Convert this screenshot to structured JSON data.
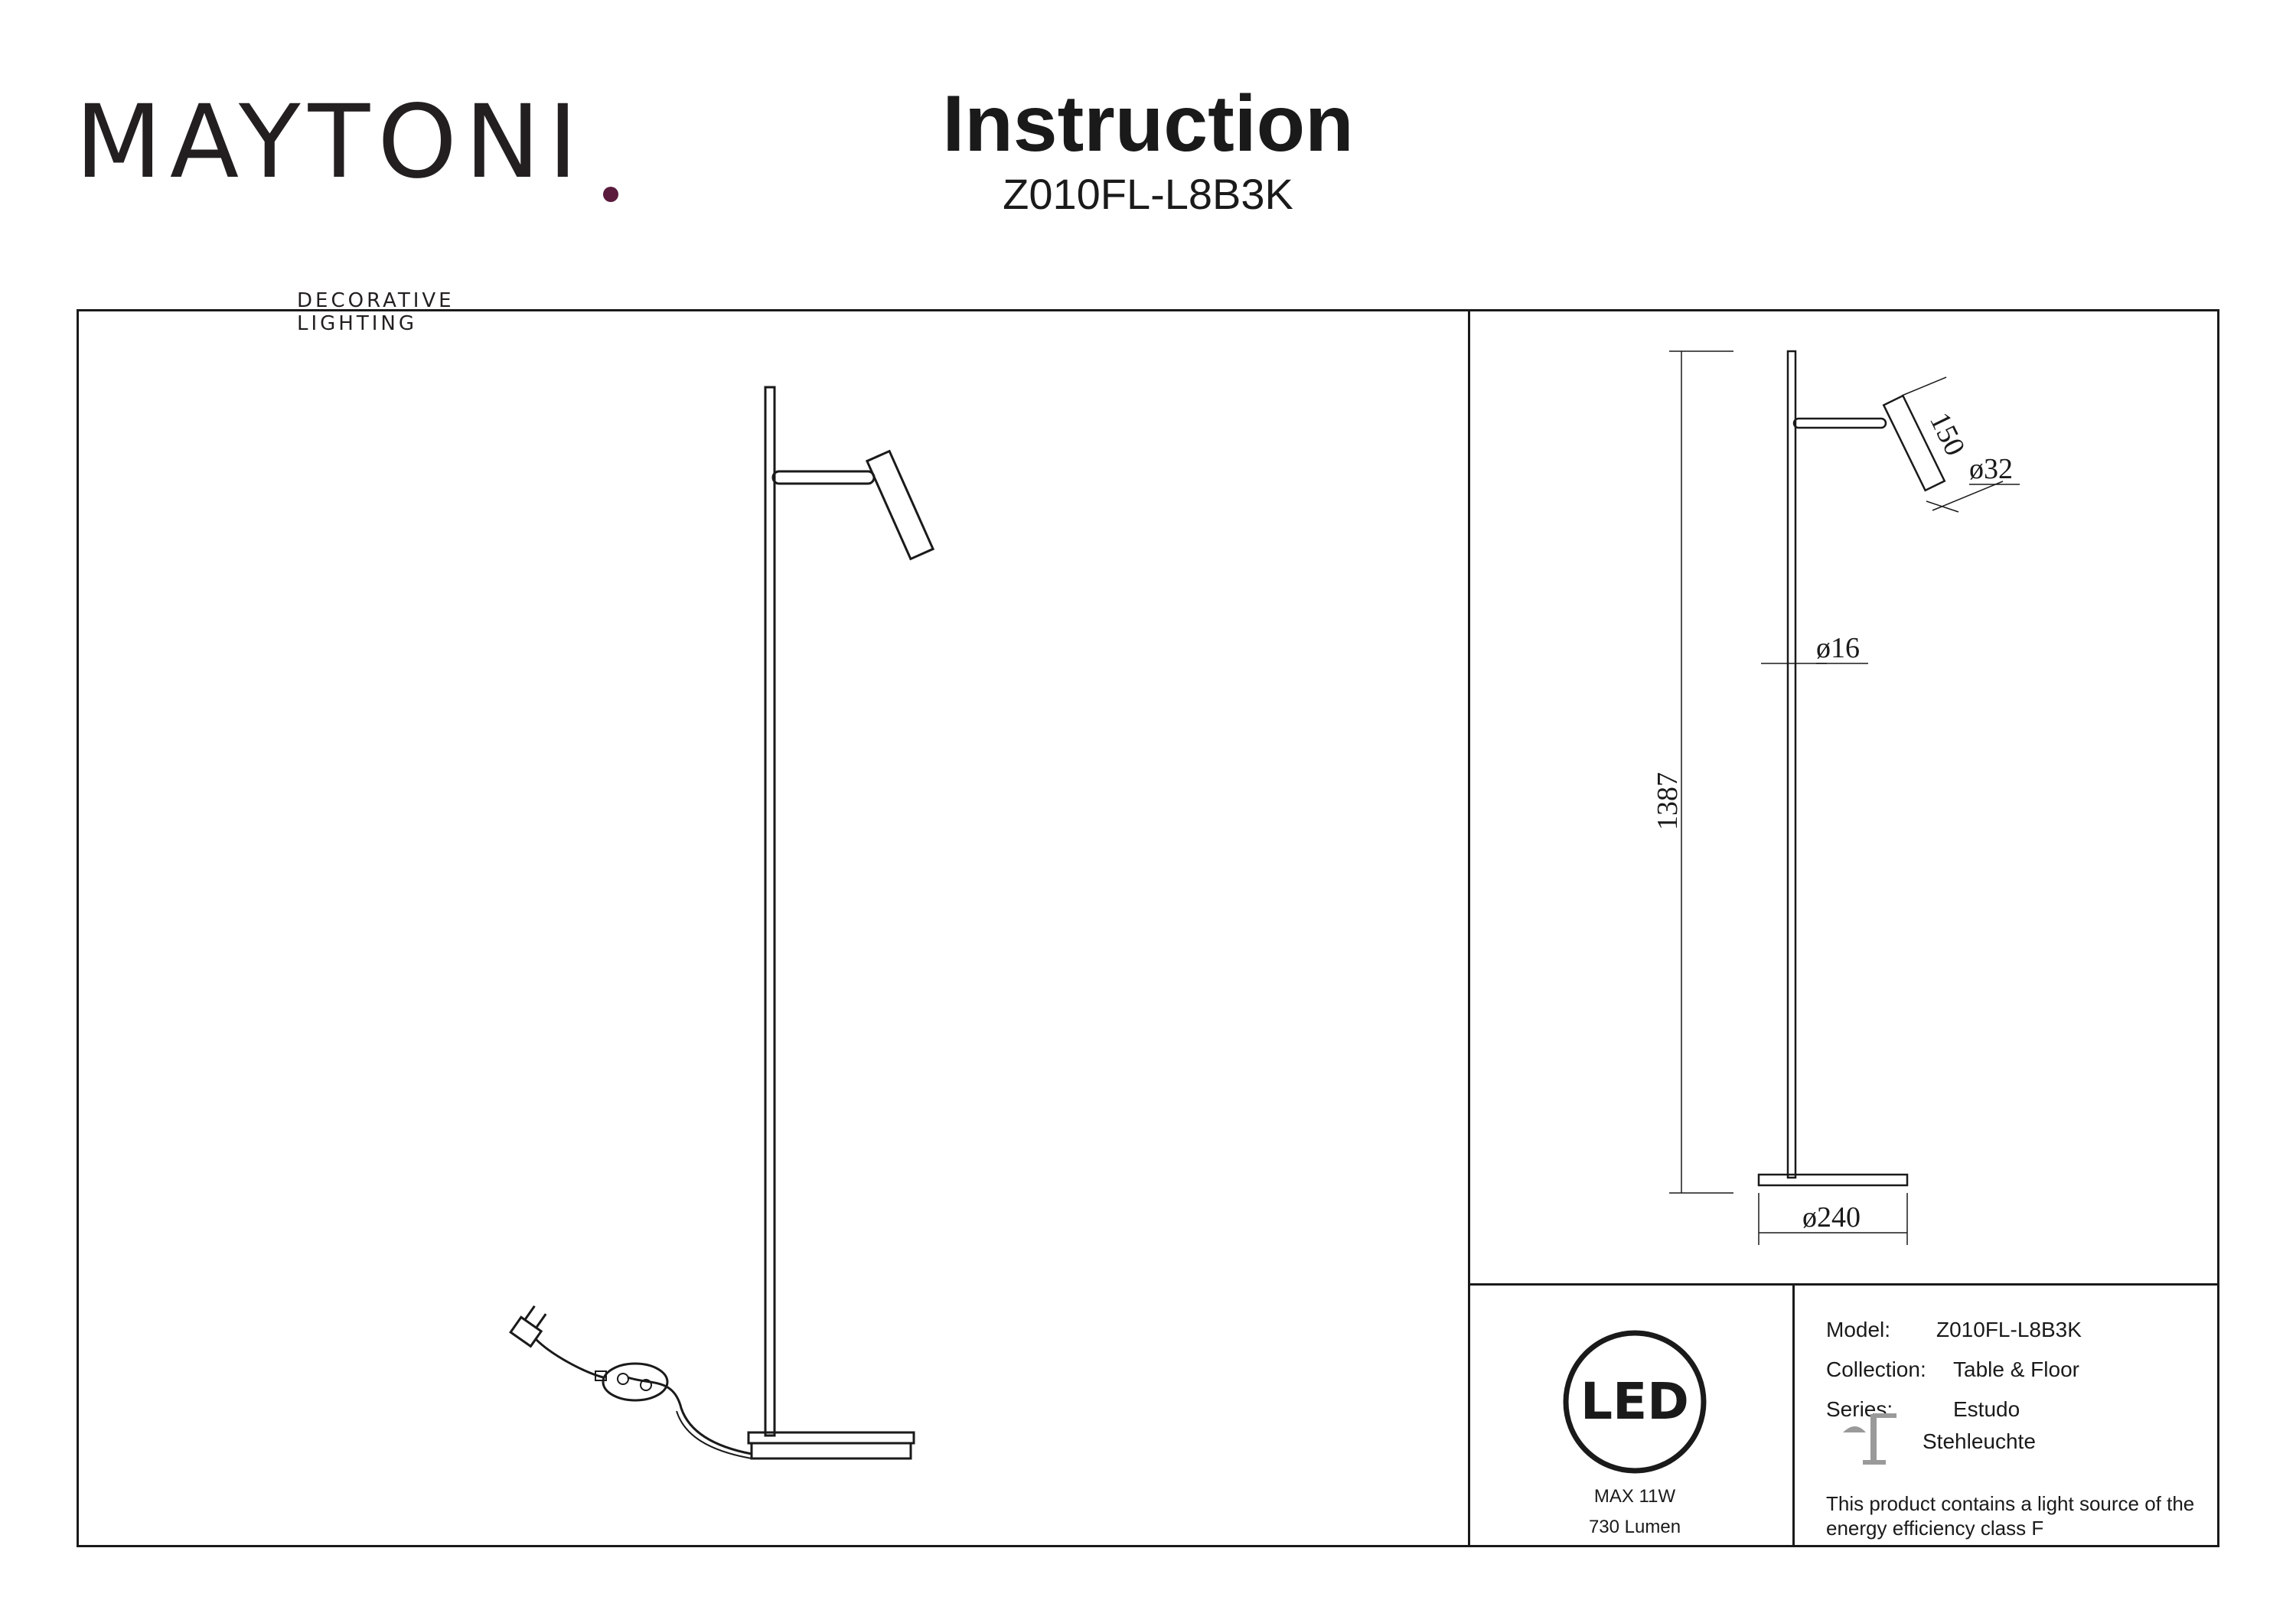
{
  "brand": {
    "wordmark": "MAYTONI",
    "tagline": "DECORATIVE LIGHTING",
    "dot_color": "#5a1b3d"
  },
  "header": {
    "title": "Instruction",
    "model": "Z010FL-L8B3K"
  },
  "drawing": {
    "dim_height": "1387",
    "dim_head_length": "150",
    "dim_head_diameter": "ø32",
    "dim_pole_diameter": "ø16",
    "dim_base_diameter": "ø240"
  },
  "led": {
    "badge": "LED",
    "max_power": "MAX 11W",
    "lumen": "730 Lumen"
  },
  "specs": {
    "model_label": "Model:",
    "model_value": "Z010FL-L8B3K",
    "collection_label": "Collection:",
    "collection_value": "Table & Floor",
    "series_label": "Series:",
    "series_value": "Estudo",
    "type_value": "Stehleuchte",
    "energy_note_line1": "This product contains a light source of the",
    "energy_note_line2": "energy efficiency class F"
  }
}
